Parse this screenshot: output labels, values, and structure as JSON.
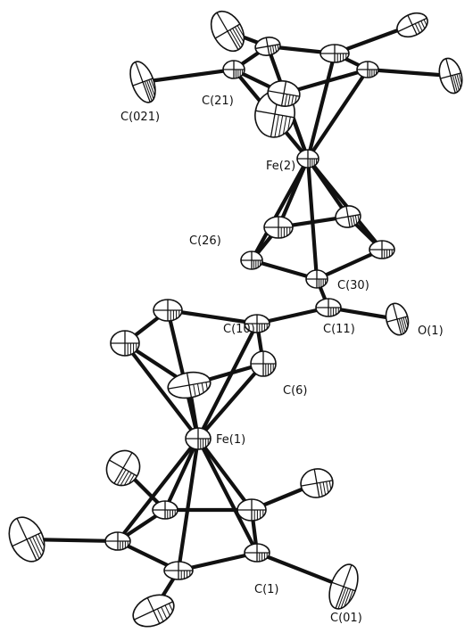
{
  "figure": {
    "kind": "ORTEP molecular structure",
    "atom_labels": {
      "c021": "C(021)",
      "c21": "C(21)",
      "fe2": "Fe(2)",
      "c26": "C(26)",
      "c30": "C(30)",
      "c10": "C(10)",
      "c11": "C(11)",
      "o1": "O(1)",
      "c6": "C(6)",
      "fe1": "Fe(1)",
      "c1": "C(1)",
      "c01": "C(01)"
    },
    "colors": {
      "ink": "#111111",
      "paper": "#ffffff"
    }
  }
}
